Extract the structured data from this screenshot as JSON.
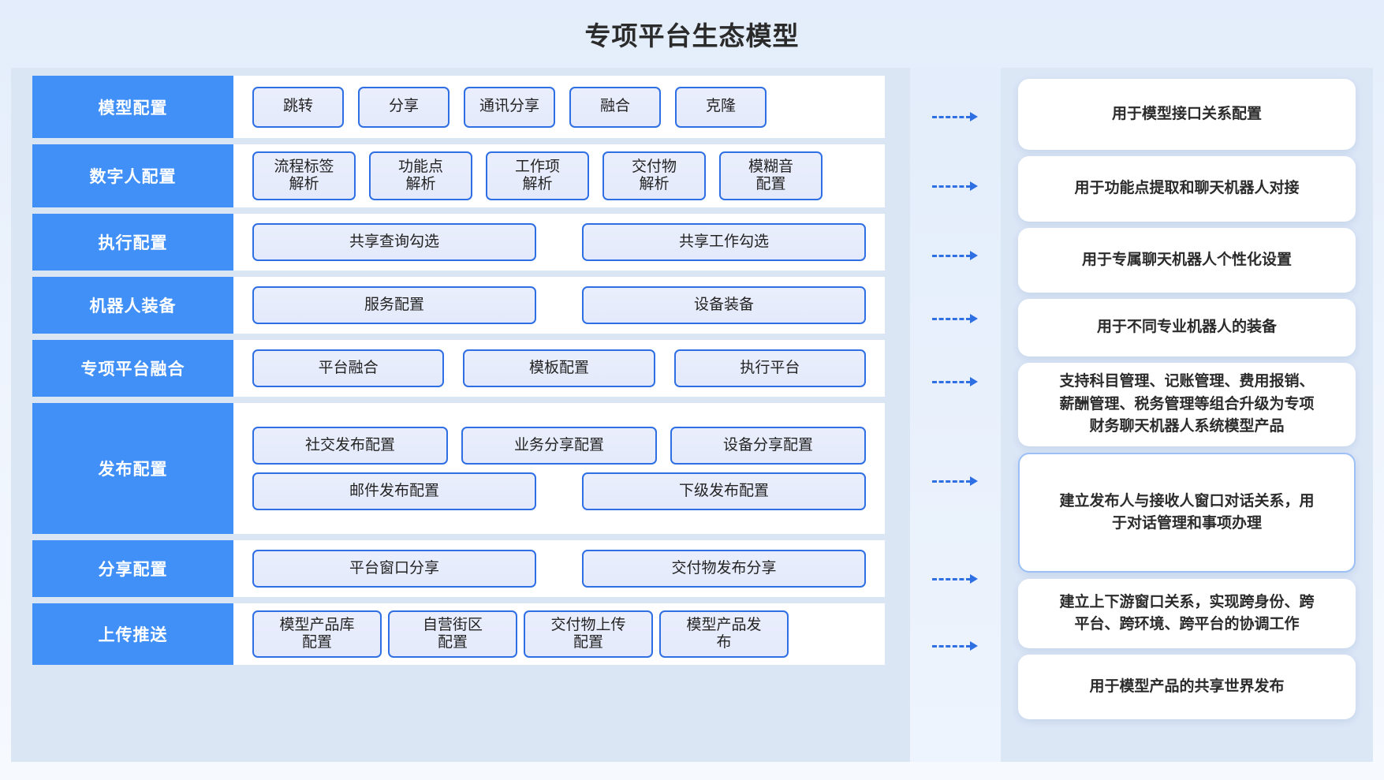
{
  "header": {
    "title": "专项平台生态模型"
  },
  "colors": {
    "accent": "#4190f7",
    "chip_border": "#2f6fe4",
    "chip_fill": "#e6ebfb",
    "panel_bg": "#dbe6f5",
    "page_bg": "#e9f0fb",
    "arrow": "#2f6fe4"
  },
  "rows": [
    {
      "label": "模型配置",
      "lines": [
        [
          "跳转",
          "分享",
          "通讯分享",
          "融合",
          "克隆"
        ]
      ],
      "description": "用于模型接口关系配置"
    },
    {
      "label": "数字人配置",
      "lines": [
        [
          "流程标签\n解析",
          "功能点\n解析",
          "工作项\n解析",
          "交付物\n解析",
          "模糊音\n配置"
        ]
      ],
      "description": "用于功能点提取和聊天机器人对接"
    },
    {
      "label": "执行配置",
      "lines": [
        [
          "共享查询勾选",
          "共享工作勾选"
        ]
      ],
      "description": "用于专属聊天机器人个性化设置"
    },
    {
      "label": "机器人装备",
      "lines": [
        [
          "服务配置",
          "设备装备"
        ]
      ],
      "description": "用于不同专业机器人的装备"
    },
    {
      "label": "专项平台融合",
      "lines": [
        [
          "平台融合",
          "模板配置",
          "执行平台"
        ]
      ],
      "description": "支持科目管理、记账管理、费用报销、\n薪酬管理、税务管理等组合升级为专项\n财务聊天机器人系统模型产品"
    },
    {
      "label": "发布配置",
      "lines": [
        [
          "社交发布配置",
          "业务分享配置",
          "设备分享配置"
        ],
        [
          "邮件发布配置",
          "下级发布配置"
        ]
      ],
      "description": "建立发布人与接收人窗口对话关系，用\n于对话管理和事项办理"
    },
    {
      "label": "分享配置",
      "lines": [
        [
          "平台窗口分享",
          "交付物发布分享"
        ]
      ],
      "description": "建立上下游窗口关系，实现跨身份、跨\n平台、跨环境、跨平台的协调工作"
    },
    {
      "label": "上传推送",
      "lines": [
        [
          "模型产品库\n配置",
          "自营街区\n配置",
          "交付物上传\n配置",
          "模型产品发\n布"
        ]
      ],
      "description": "用于模型产品的共享世界发布"
    }
  ],
  "arrow_icon": "dashed-arrow-right-icon"
}
